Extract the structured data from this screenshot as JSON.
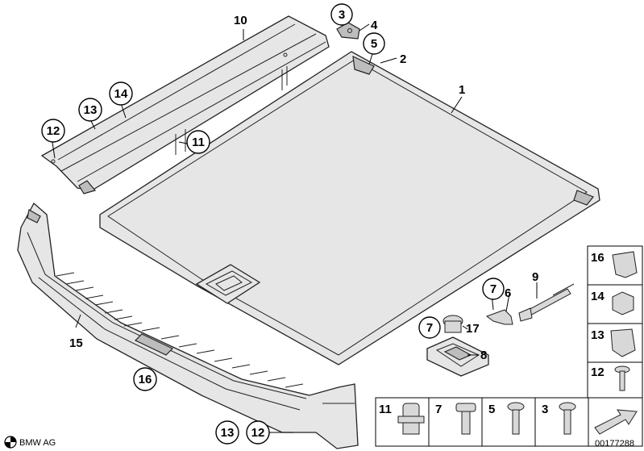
{
  "labels": {
    "p1": "1",
    "p2": "2",
    "p3": "3",
    "p4": "4",
    "p5": "5",
    "p6": "6",
    "p7a": "7",
    "p7b": "7",
    "p8": "8",
    "p9": "9",
    "p10": "10",
    "p11": "11",
    "p12a": "12",
    "p12b": "12",
    "p13a": "13",
    "p13b": "13",
    "p14": "14",
    "p15": "15",
    "p16": "16",
    "p17": "17"
  },
  "hardware_column": [
    "16",
    "14",
    "13",
    "12"
  ],
  "hardware_row": [
    "11",
    "7",
    "5",
    "3"
  ],
  "footer": {
    "brand": "BMW AG",
    "diagram_number": "00177288"
  }
}
